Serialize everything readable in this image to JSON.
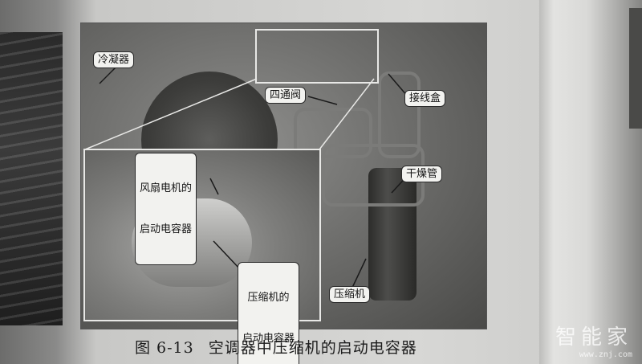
{
  "labels": {
    "condenser": "冷凝器",
    "four_way_valve": "四通阀",
    "junction_box": "接线盒",
    "drying_tube": "干燥管",
    "fan_motor_capacitor_line1": "风扇电机的",
    "fan_motor_capacitor_line2": "启动电容器",
    "compressor_capacitor_line1": "压缩机的",
    "compressor_capacitor_line2": "启动电容器",
    "compressor": "压缩机"
  },
  "caption": {
    "figure_number": "图 6-13",
    "title": "空调器中压缩机的启动电容器"
  },
  "watermark": {
    "name": "智能家",
    "url": "www.znj.com"
  }
}
